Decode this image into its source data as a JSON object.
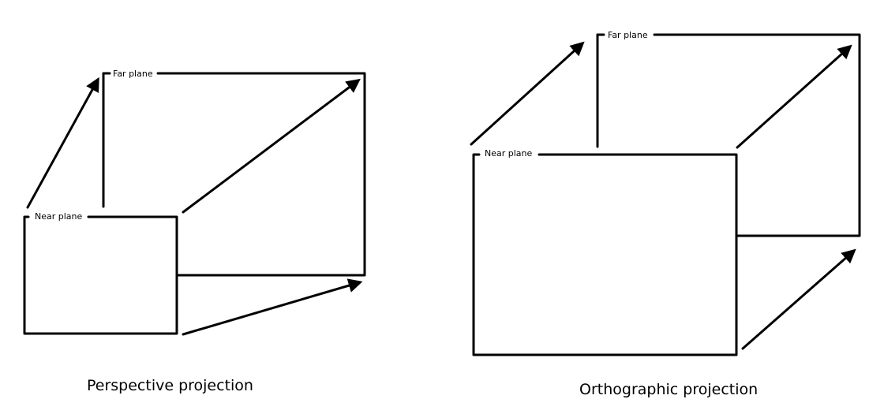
{
  "perspective": {
    "near_plane_label": "Near plane",
    "far_plane_label": "Far plane",
    "caption": "Perspective projection"
  },
  "orthographic": {
    "near_plane_label": "Near plane",
    "far_plane_label": "Far plane",
    "caption": "Orthographic projection"
  },
  "colors": {
    "ink": "#000000",
    "background": "#ffffff"
  }
}
